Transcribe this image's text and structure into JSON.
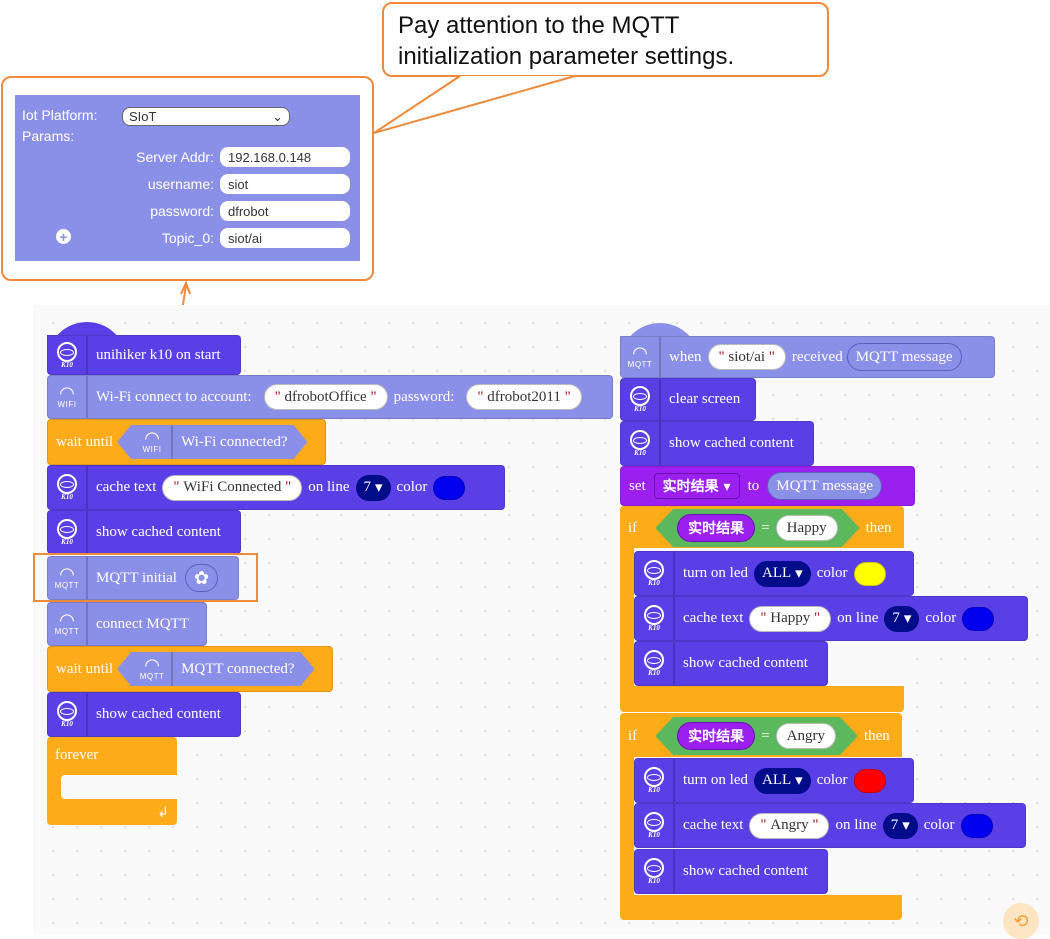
{
  "annotation": {
    "callout_text_line1": "Pay attention to the MQTT",
    "callout_text_line2": "initialization parameter settings.",
    "accent_color": "#ef8a3a"
  },
  "mqtt_panel": {
    "platform_label": "Iot Platform:",
    "platform_value": "SIoT",
    "params_label": "Params:",
    "fields": [
      {
        "label": "Server Addr:",
        "value": "192.168.0.148"
      },
      {
        "label": "username:",
        "value": "siot"
      },
      {
        "label": "password:",
        "value": "dfrobot"
      },
      {
        "label": "Topic_0:",
        "value": "siot/ai"
      }
    ],
    "add_icon": "plus-circle-icon"
  },
  "left_script": {
    "on_start": "unihiker k10 on start",
    "wifi_connect": {
      "label": "Wi-Fi connect to account:",
      "account": "dfrobotOffice",
      "password_label": "password:",
      "password": "dfrobot2011"
    },
    "wait_wifi": {
      "label": "wait until",
      "condition": "Wi-Fi connected?"
    },
    "cache_text": {
      "label": "cache text",
      "text": "WiFi Connected",
      "line_label": "on line",
      "line": "7",
      "color_label": "color",
      "color": "#0000ee"
    },
    "show_cached_1": "show cached content",
    "mqtt_initial": "MQTT initial",
    "connect_mqtt": "connect MQTT",
    "wait_mqtt": {
      "label": "wait until",
      "condition": "MQTT connected?"
    },
    "show_cached_2": "show cached content",
    "forever": "forever"
  },
  "right_script": {
    "when": {
      "label": "when",
      "topic": "siot/ai",
      "received": "received",
      "message": "MQTT message"
    },
    "clear_screen": "clear screen",
    "show_cached": "show cached content",
    "set": {
      "label": "set",
      "var": "实时结果",
      "to": "to",
      "value": "MQTT message"
    },
    "if_blocks": [
      {
        "if": "if",
        "var": "实时结果",
        "eq": "=",
        "value": "Happy",
        "then": "then",
        "led_label": "turn on led",
        "led": "ALL",
        "led_color_label": "color",
        "led_color": "#ffff00",
        "cache_label": "cache text",
        "cache_text": "Happy",
        "line_label": "on line",
        "line": "7",
        "color_label": "color",
        "text_color": "#0000ee",
        "show": "show cached content"
      },
      {
        "if": "if",
        "var": "实时结果",
        "eq": "=",
        "value": "Angry",
        "then": "then",
        "led_label": "turn on led",
        "led": "ALL",
        "led_color_label": "color",
        "led_color": "#ff0000",
        "cache_label": "cache text",
        "cache_text": "Angry",
        "line_label": "on line",
        "line": "7",
        "color_label": "color",
        "text_color": "#0000ee",
        "show": "show cached content"
      }
    ]
  },
  "icons": {
    "k10": "K10",
    "wifi": "WIFI",
    "mqtt": "MQTT",
    "quote": "\"",
    "caret": "▾",
    "loop_arrow": "↲",
    "reset": "⟲",
    "gear": "✿"
  }
}
